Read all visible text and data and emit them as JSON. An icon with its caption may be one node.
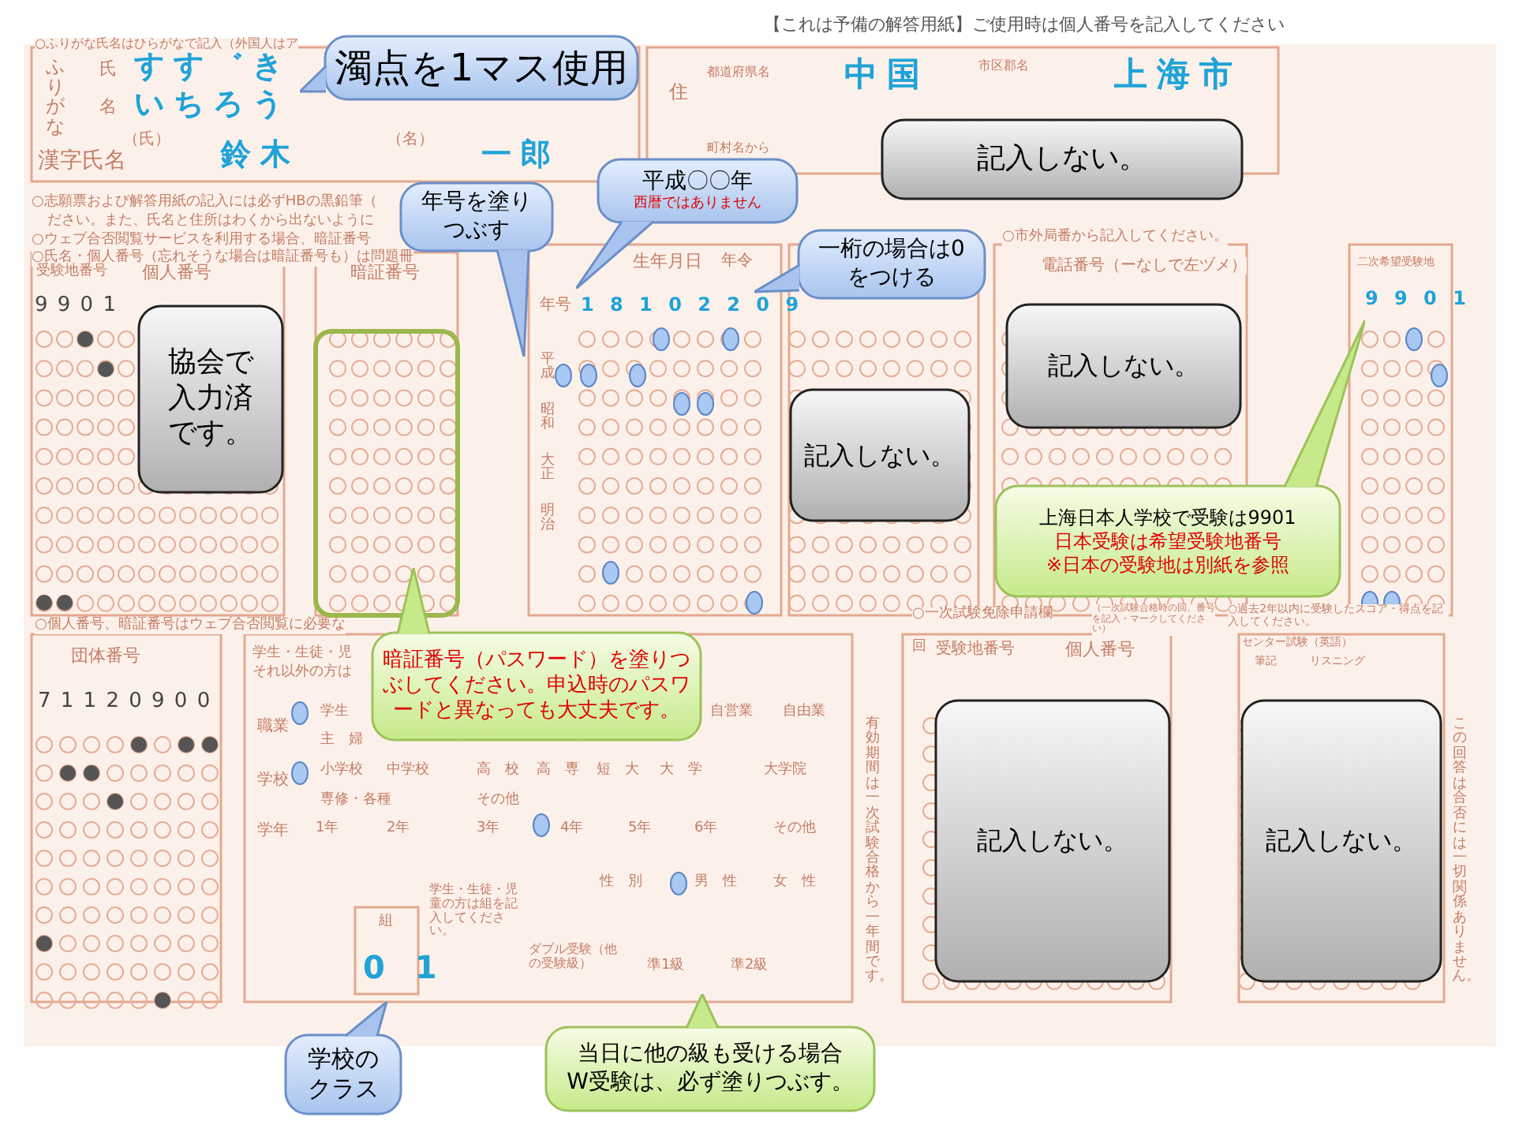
{
  "diagram": {
    "nodes": [
      {
        "text": [
          "濁点を1マス使用"
        ]
      },
      {
        "text": [
          "記入しない。"
        ]
      },
      {
        "text": [
          "平成〇〇年",
          "西暦ではありません"
        ]
      },
      {
        "text": [
          "年号を塗りつぶす"
        ]
      },
      {
        "text": [
          "一桁の場合は0をつける"
        ]
      },
      {
        "text": [
          "協会で入力済です。"
        ]
      },
      {
        "text": [
          "記入しない。"
        ]
      },
      {
        "text": [
          "記入しない。"
        ]
      },
      {
        "text": [
          "上海日本人学校で受験は9901",
          "日本受験は希望受験地番号",
          "※日本の受験地は別紙を参照"
        ]
      },
      {
        "text": [
          "暗証番号（パスワード）を塗りつぶしてください。申込時のパスワードと異なっても大丈夫です。"
        ]
      },
      {
        "text": [
          "学校のクラス"
        ]
      },
      {
        "text": [
          "当日に他の級も受ける場合",
          "W受験は、必ず塗りつぶす。"
        ]
      },
      {
        "text": [
          "記入しない。"
        ]
      },
      {
        "text": [
          "記入しない。"
        ]
      }
    ],
    "labels": [
      "○ふりがな氏名はひらがなで記入（外国人はア",
      "ふりがな",
      "氏",
      "すす゛き",
      "名",
      "いちろう",
      "漢字氏名",
      "（氏）",
      "鈴木",
      "（名）",
      "一郎",
      "【これは予備の解答用紙】ご使用時は個人番号を記入してください",
      "住",
      "都道府県名",
      "中国",
      "市区郡名",
      "上海市",
      "町村名から",
      "○志願票および解答用紙の記入には必ずHBの黒鉛筆（",
      "ださい。また、氏名と住所はわくから出ないように",
      "○ウェブ合否閲覧サービスを利用する場合、暗証番号",
      "○氏名・個人番号（忘れそうな場合は暗証番号も）は問題冊",
      "○市外局番から記入してください。",
      "受験地番号",
      "個人番号",
      "暗証番号",
      "生年月日",
      "年令",
      "9 9 0 1",
      "年号",
      "1 8 1 0 2 2 0 9",
      "平成",
      "昭和",
      "大正",
      "明治",
      "電話番号（ーなしで左ヅメ）",
      "二次希望受験地",
      "9 9 0 1",
      "○個人番号、暗証番号はウェブ合否閲覧に必要な",
      "団体番号",
      "7 1 1 2 0 9 0 0",
      "学生・生徒・児",
      "それ以外の方は",
      "職業",
      "学生",
      "主　婦",
      "自営業",
      "自由業",
      "学校",
      "小学校",
      "中学校",
      "高　校",
      "高　専",
      "短　大",
      "大　学",
      "大学院",
      "専修・各種",
      "その他",
      "学年",
      "1年",
      "2年",
      "3年",
      "4年",
      "5年",
      "6年",
      "その他",
      "性　別",
      "男　性",
      "女　性",
      "組",
      "0 1",
      "学生・生徒・児童の方は組を記入してください。",
      "ダブル受験（他の受験級）",
      "準1級",
      "準2級",
      "○一次試験免除申請欄",
      "（一次試験合格時の回、番号を記入・マークしてください）",
      "○過去2年以内に受験したスコア・得点を記入してください。",
      "回",
      "受験地番号",
      "個人番号",
      "有効期間は一次試験合格から一年間です。",
      "センター試験（英語）",
      "筆記",
      "リスニング",
      "この回答は合否には一切関係ありません。"
    ]
  }
}
